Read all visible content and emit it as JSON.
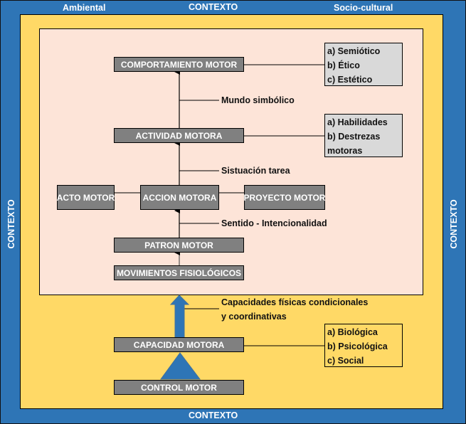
{
  "context": {
    "top_left": "Ambiental",
    "top_center": "CONTEXTO",
    "top_right": "Socio-cultural",
    "bottom": "CONTEXTO",
    "left": "CONTEXTO",
    "right": "CONTEXTO"
  },
  "nodes": {
    "comportamiento": "COMPORTAMIENTO MOTOR",
    "actividad": "ACTIVIDAD MOTORA",
    "acto": "ACTO MOTOR",
    "accion": "ACCION MOTORA",
    "proyecto": "PROYECTO MOTOR",
    "patron": "PATRON MOTOR",
    "movimientos": "MOVIMIENTOS FISIOLÓGICOS",
    "capacidad": "CAPACIDAD MOTORA",
    "control": "CONTROL MOTOR"
  },
  "info_boxes": {
    "comportamiento": [
      "a) Semiótico",
      "b) Ético",
      "c) Estético"
    ],
    "actividad": [
      "a) Habilidades",
      "b) Destrezas",
      "motoras"
    ],
    "capacidad": [
      "a) Biológica",
      "b) Psicológica",
      "c) Social"
    ]
  },
  "edge_labels": {
    "mundo": "Mundo simbólico",
    "situacion": "Sistuación tarea",
    "sentido": "Sentido - Intencionalidad",
    "capacidades_1": "Capacidades físicas condicionales",
    "capacidades_2": "y coordinativas"
  },
  "colors": {
    "context_blue": "#2e75b6",
    "yellow": "#ffd966",
    "pink": "#fde4d8",
    "node_grey": "#808080",
    "info_grey": "#d9d9d9"
  }
}
